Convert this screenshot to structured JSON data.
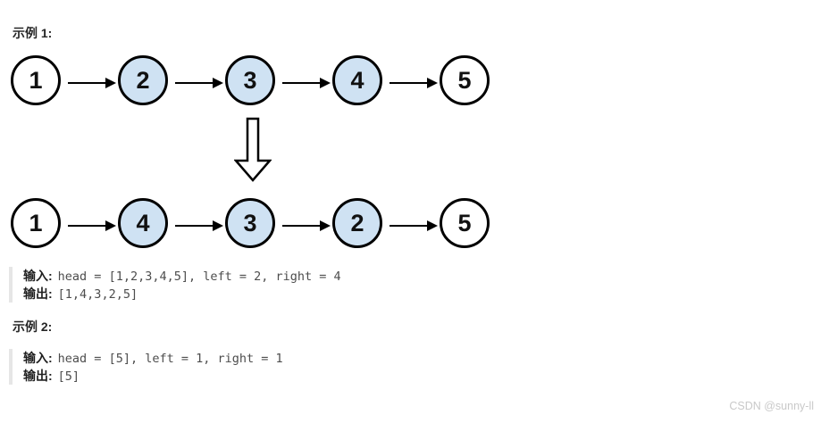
{
  "colors": {
    "node_highlight": "#cfe2f3",
    "node_default": "#ffffff",
    "node_border": "#000000",
    "quote_border": "#e6e6e6",
    "watermark_text": "#c9c9c9"
  },
  "example1": {
    "title": "示例 1:",
    "io": {
      "input_label": "输入:",
      "input_value": "head = [1,2,3,4,5], left = 2, right = 4",
      "output_label": "输出:",
      "output_value": "[1,4,3,2,5]"
    }
  },
  "example2": {
    "title": "示例 2:",
    "io": {
      "input_label": "输入:",
      "input_value": "head = [5], left = 1, right = 1",
      "output_label": "输出:",
      "output_value": "[5]"
    }
  },
  "diagram": {
    "rows": [
      {
        "name": "list-before",
        "nodes": [
          {
            "value": "1",
            "highlight": false
          },
          {
            "value": "2",
            "highlight": true
          },
          {
            "value": "3",
            "highlight": true
          },
          {
            "value": "4",
            "highlight": true
          },
          {
            "value": "5",
            "highlight": false
          }
        ]
      },
      {
        "name": "list-after",
        "nodes": [
          {
            "value": "1",
            "highlight": false
          },
          {
            "value": "4",
            "highlight": true
          },
          {
            "value": "3",
            "highlight": true
          },
          {
            "value": "2",
            "highlight": true
          },
          {
            "value": "5",
            "highlight": false
          }
        ]
      }
    ]
  },
  "watermark": "CSDN @sunny-ll"
}
